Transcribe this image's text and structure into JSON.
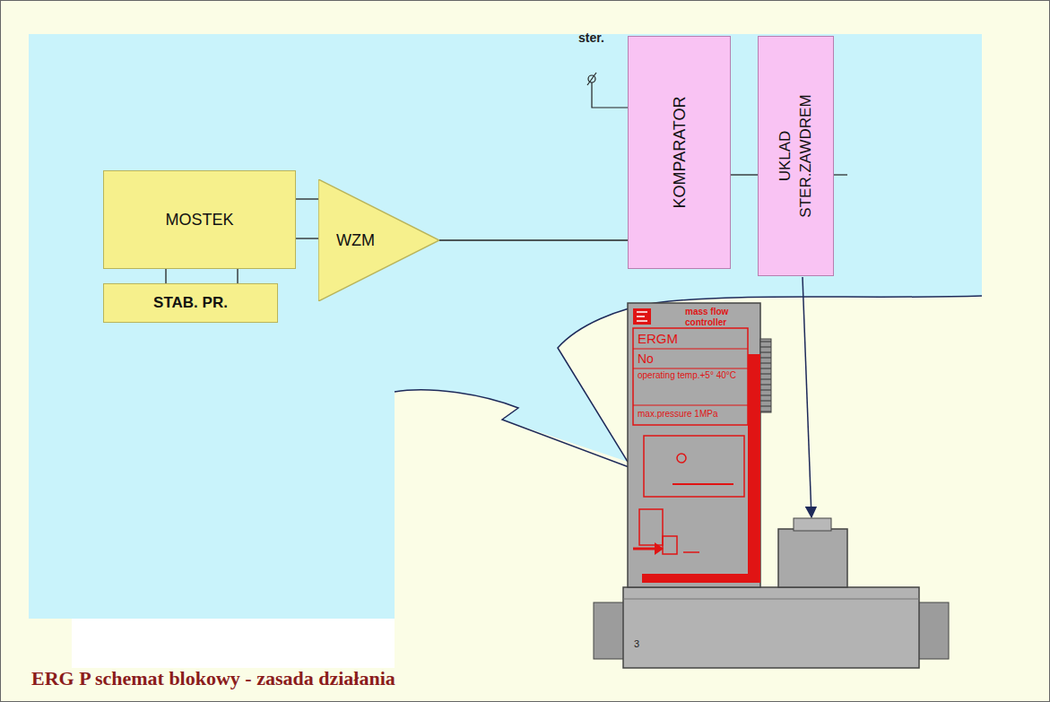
{
  "diagram": {
    "caption": "ERG P schemat blokowy - zasada działania",
    "nodes": [
      {
        "text": [
          "MOSTEK"
        ]
      },
      {
        "text": [
          "STAB. PR."
        ]
      },
      {
        "text": [
          "WZM"
        ]
      },
      {
        "text": [
          "KOMPARATOR"
        ]
      },
      {
        "text": [
          "UKLAD STER.ZAWDREM"
        ]
      }
    ],
    "edges": [
      {
        "from": 0,
        "to": 2,
        "arrow": "none"
      },
      {
        "from": 0,
        "to": 2,
        "arrow": "none"
      },
      {
        "from": 1,
        "to": 0,
        "arrow": "none"
      },
      {
        "from": 1,
        "to": 0,
        "arrow": "none"
      },
      {
        "from": 2,
        "to": 3,
        "arrow": "none"
      },
      {
        "from": 3,
        "to": 4,
        "arrow": "none"
      }
    ],
    "labels": [
      "ster.",
      "mass flow controller",
      "ERGM",
      "No",
      "operating temp.+5° 40°C",
      "max.pressure 1MPa",
      "3"
    ]
  }
}
